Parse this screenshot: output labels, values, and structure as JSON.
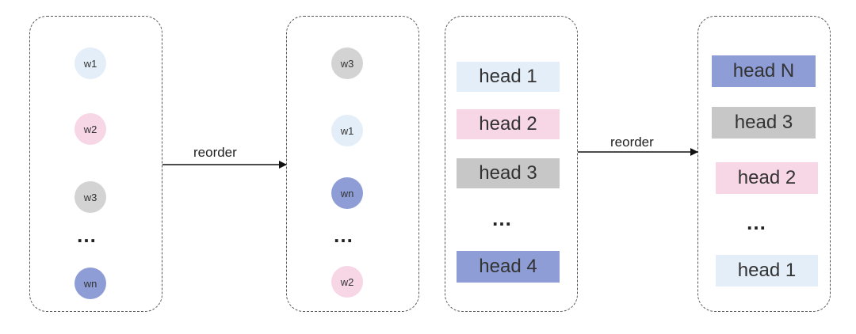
{
  "colors": {
    "w1": "#e3eef9",
    "w2": "#f7d6e6",
    "w3": "#d3d3d3",
    "wn": "#8e9dd6",
    "head1": "#e3eef9",
    "head2": "#f7d6e6",
    "head3": "#c7c7c7",
    "head4": "#8e9dd6",
    "headN": "#8e9dd6"
  },
  "panel1": {
    "items": [
      "w1",
      "w2",
      "w3",
      "wn"
    ],
    "ellipsis": "…"
  },
  "arrow1": {
    "label": "reorder"
  },
  "panel2": {
    "items": [
      "w3",
      "w1",
      "wn",
      "w2"
    ],
    "ellipsis": "…"
  },
  "panel3": {
    "items": [
      "head 1",
      "head 2",
      "head 3",
      "head 4"
    ],
    "ellipsis": "…"
  },
  "arrow2": {
    "label": "reorder"
  },
  "panel4": {
    "items": [
      "head N",
      "head 3",
      "head 2",
      "head 1"
    ],
    "ellipsis": "…"
  }
}
